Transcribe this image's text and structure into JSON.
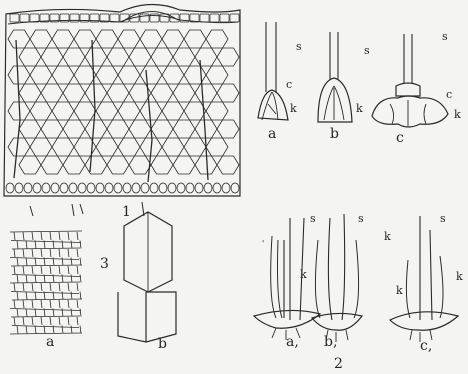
{
  "figure1": {
    "number": "1"
  },
  "figure2": {
    "top_panels": [
      {
        "letter": "a",
        "s": "s",
        "c": "c",
        "k": "k"
      },
      {
        "letter": "b",
        "s": "s",
        "k": "k"
      },
      {
        "letter": "c",
        "s": "s",
        "c": "c",
        "k": "k"
      }
    ],
    "bottom_panels": [
      {
        "letter": "a,",
        "s": "s",
        "k": "k"
      },
      {
        "letter": "b,",
        "s": "s",
        "k": "k"
      },
      {
        "letter": "c,",
        "s": "s",
        "k_left": "k",
        "k_right": "k"
      }
    ],
    "number": "2"
  },
  "figure3": {
    "number": "3",
    "left_letter": "a",
    "right_letter": "b"
  }
}
